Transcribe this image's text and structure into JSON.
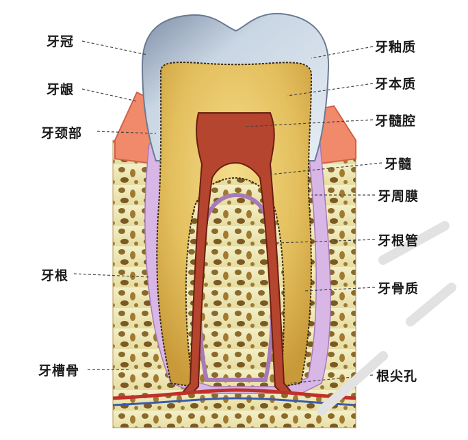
{
  "labels": {
    "crown": "牙冠",
    "gingiva": "牙龈",
    "neck": "牙颈部",
    "root": "牙根",
    "alveolar_bone": "牙槽骨",
    "enamel": "牙釉质",
    "dentin": "牙本质",
    "pulp_cavity": "牙髓腔",
    "pulp": "牙髓",
    "periodontal_membrane": "牙周膜",
    "root_canal": "牙根管",
    "cementum": "牙骨质",
    "apical_foramen": "根尖孔"
  },
  "colors": {
    "enamel": "#c9d6e3",
    "dentin": "#e6c36a",
    "pulp": "#b5452f",
    "gum": "#f08a6a",
    "bone": "#efe9b8",
    "bone_pore": "#8a6a2a",
    "ligament": "#d8b6e6",
    "watermark": "#d9d9d9"
  }
}
